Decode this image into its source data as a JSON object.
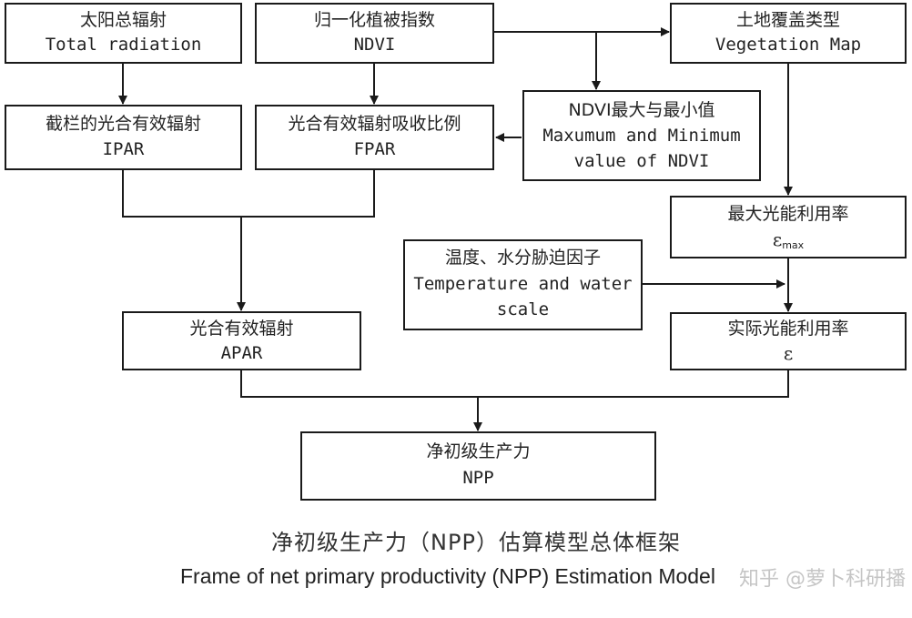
{
  "nodes": {
    "total_radiation": {
      "zh": "太阳总辐射",
      "en": "Total radiation"
    },
    "ndvi": {
      "zh": "归一化植被指数",
      "en": "NDVI"
    },
    "veg_map": {
      "zh": "土地覆盖类型",
      "en": "Vegetation Map"
    },
    "ipar": {
      "zh": "截栏的光合有效辐射",
      "en": "IPAR"
    },
    "fpar": {
      "zh": "光合有效辐射吸收比例",
      "en": "FPAR"
    },
    "ndvi_minmax": {
      "zh": "NDVI最大与最小值",
      "en1": "Maxumum and Minimum",
      "en2": "value of NDVI"
    },
    "eps_max": {
      "zh": "最大光能利用率",
      "sym": "ε",
      "sub": "max"
    },
    "temp_water": {
      "zh": "温度、水分胁迫因子",
      "en1": "Temperature and water",
      "en2": "scale"
    },
    "apar": {
      "zh": "光合有效辐射",
      "en": "APAR"
    },
    "eps": {
      "zh": "实际光能利用率",
      "sym": "ε"
    },
    "npp": {
      "zh": "净初级生产力",
      "en": "NPP"
    }
  },
  "caption": {
    "zh": "净初级生产力（NPP）估算模型总体框架",
    "en": "Frame of net primary productivity (NPP) Estimation Model"
  },
  "watermark": "知乎 @萝卜科研播"
}
